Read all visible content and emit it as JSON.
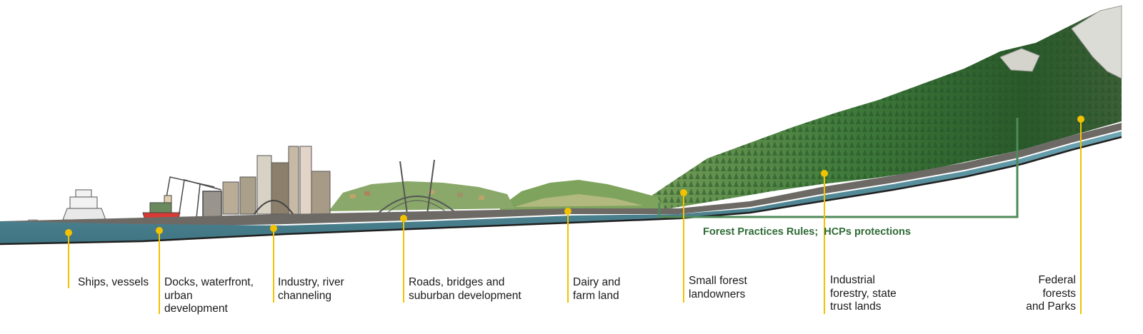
{
  "diagram": {
    "zones": [
      {
        "id": "ships",
        "label": "Ships, vessels"
      },
      {
        "id": "docks",
        "label": "Docks, waterfront,\nurban\ndevelopment"
      },
      {
        "id": "industry",
        "label": "Industry, river\nchanneling"
      },
      {
        "id": "roads",
        "label": "Roads, bridges and\nsuburban development"
      },
      {
        "id": "dairy",
        "label": "Dairy and\nfarm land"
      },
      {
        "id": "small-forest",
        "label": "Small forest\nlandowners"
      },
      {
        "id": "industrial-forestry",
        "label": "Industrial\nforestry, state\ntrust lands"
      },
      {
        "id": "federal",
        "label": "Federal\nforests\nand Parks"
      }
    ],
    "bracket": {
      "label": "Forest Practices Rules;  HCPs protections"
    },
    "colors": {
      "marker": "#f2c200",
      "bracket": "#4f8a58",
      "bracket_text": "#2e6a35",
      "water": "#5e97a6",
      "forest_dark": "#2f5a2b",
      "forest_light": "#6f9c4d",
      "rock": "#d9d9d4",
      "city": "#8a8378"
    }
  }
}
